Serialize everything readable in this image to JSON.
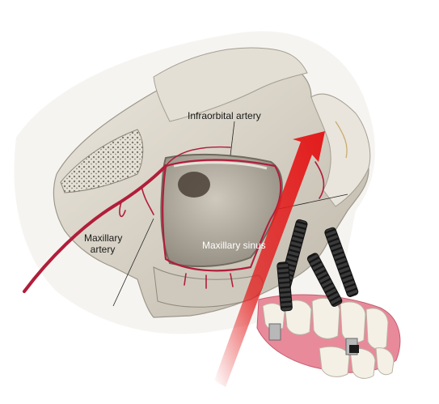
{
  "diagram": {
    "labels": {
      "infraorbital_artery": "Infraorbital artery",
      "maxillary_artery": "Maxillary artery",
      "maxillary_sinus": "Maxillary sinus"
    },
    "colors": {
      "bone": "#d9d4c9",
      "bone_shadow": "#a9a398",
      "artery": "#b01e3a",
      "arrow": "#e31b1b",
      "implant": "#2b2b2b",
      "gum": "#e88a9a",
      "teeth": "#f4f0e6"
    },
    "icons": [
      "skull-illustration",
      "implant-screw",
      "red-arrow"
    ]
  }
}
